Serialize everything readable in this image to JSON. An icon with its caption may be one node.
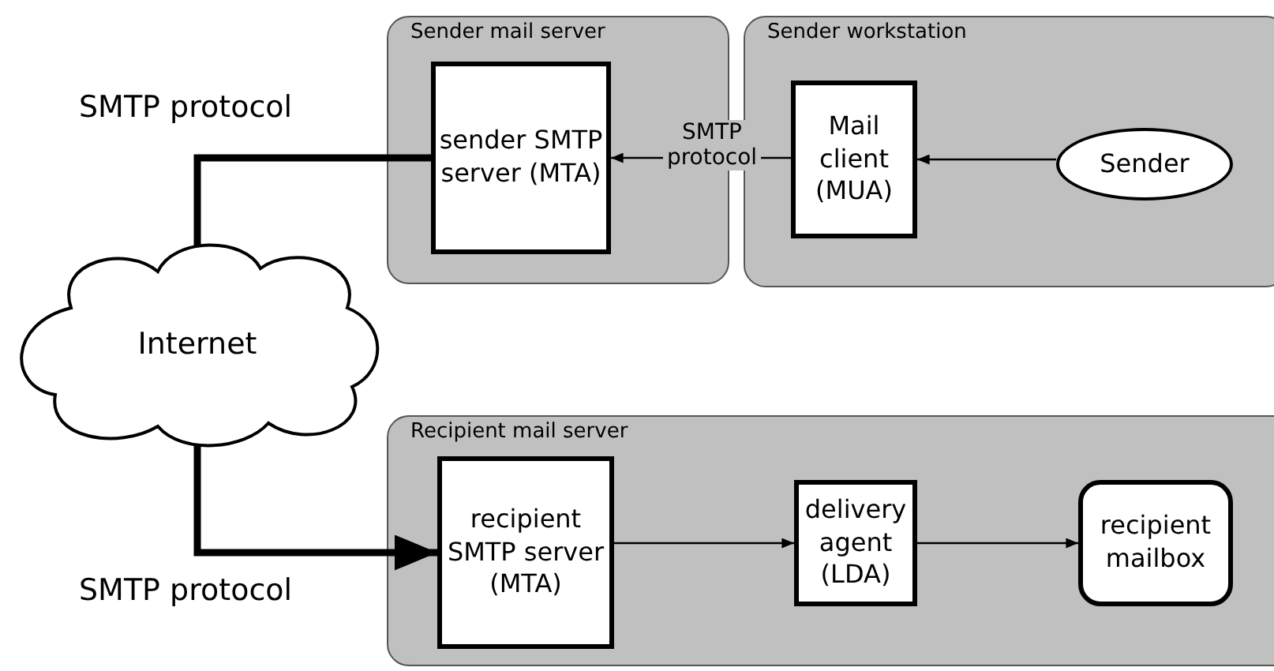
{
  "diagram": {
    "nodes": [
      {
        "text": [
          "Sender mail server"
        ]
      },
      {
        "text": [
          "sender SMTP server (MTA)"
        ],
        "in": 0
      },
      {
        "text": [
          "Sender workstation"
        ]
      },
      {
        "text": [
          "Mail client (MUA)"
        ],
        "in": 2
      },
      {
        "text": [
          "Sender"
        ],
        "in": 2
      },
      {
        "text": [
          "Internet"
        ]
      },
      {
        "text": [
          "Recipient mail server"
        ]
      },
      {
        "text": [
          "recipient SMTP server (MTA)"
        ],
        "in": 6
      },
      {
        "text": [
          "delivery agent (LDA)"
        ],
        "in": 6
      },
      {
        "text": [
          "recipient mailbox"
        ],
        "in": 6
      }
    ],
    "edges": [
      {
        "from": 4,
        "to": 3,
        "arrow": "to"
      },
      {
        "from": 3,
        "to": 1,
        "arrow": "to",
        "label": "SMTP protocol"
      },
      {
        "from": 5,
        "to": 1,
        "arrow": "none",
        "label": "SMTP protocol",
        "style": "thick"
      },
      {
        "from": 5,
        "to": 7,
        "arrow": "to",
        "label": "SMTP protocol",
        "style": "thick"
      },
      {
        "from": 7,
        "to": 8,
        "arrow": "to"
      },
      {
        "from": 8,
        "to": 9,
        "arrow": "to"
      }
    ]
  }
}
